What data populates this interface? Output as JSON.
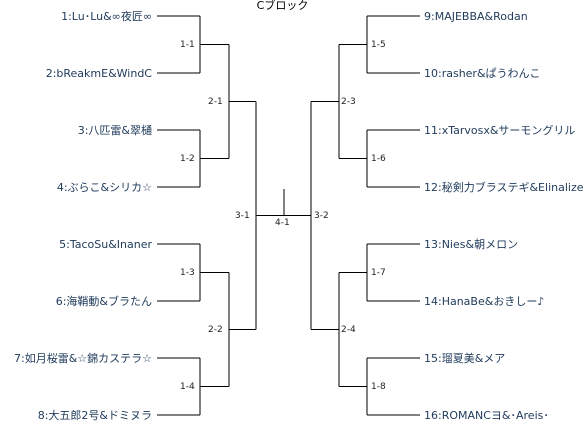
{
  "title": "Cブロック",
  "left_teams": [
    "1:Lu･Lu&∞夜匠∞",
    "2:bReakmE&WindC",
    "3:八匹雷&翠樋",
    "4:ぶらこ&シリカ☆",
    "5:TacoSu&Inaner",
    "6:海鞘動&ブラたん",
    "7:如月桜雷&☆錦カステラ☆",
    "8:大五郎2号&ドミヌラ"
  ],
  "right_teams": [
    "9:MAJEBBA&Rodan",
    "10:rasher&ぱうわんこ",
    "11:xTarvosx&サーモングリル",
    "12:秘剣力ブラステギ&Elinalize",
    "13:Nies&朝メロン",
    "14:HanaBe&おきしー♪",
    "15:瑠夏美&メア",
    "16:ROMANCヨ&･Areis･"
  ],
  "matches": {
    "m1_1": "1-1",
    "m1_2": "1-2",
    "m1_3": "1-3",
    "m1_4": "1-4",
    "m1_5": "1-5",
    "m1_6": "1-6",
    "m1_7": "1-7",
    "m1_8": "1-8",
    "m2_1": "2-1",
    "m2_2": "2-2",
    "m2_3": "2-3",
    "m2_4": "2-4",
    "m3_1": "3-1",
    "m3_2": "3-2",
    "m4_1": "4-1"
  },
  "colors": {
    "line": "#000000",
    "team_text": "#1f3a5a"
  }
}
